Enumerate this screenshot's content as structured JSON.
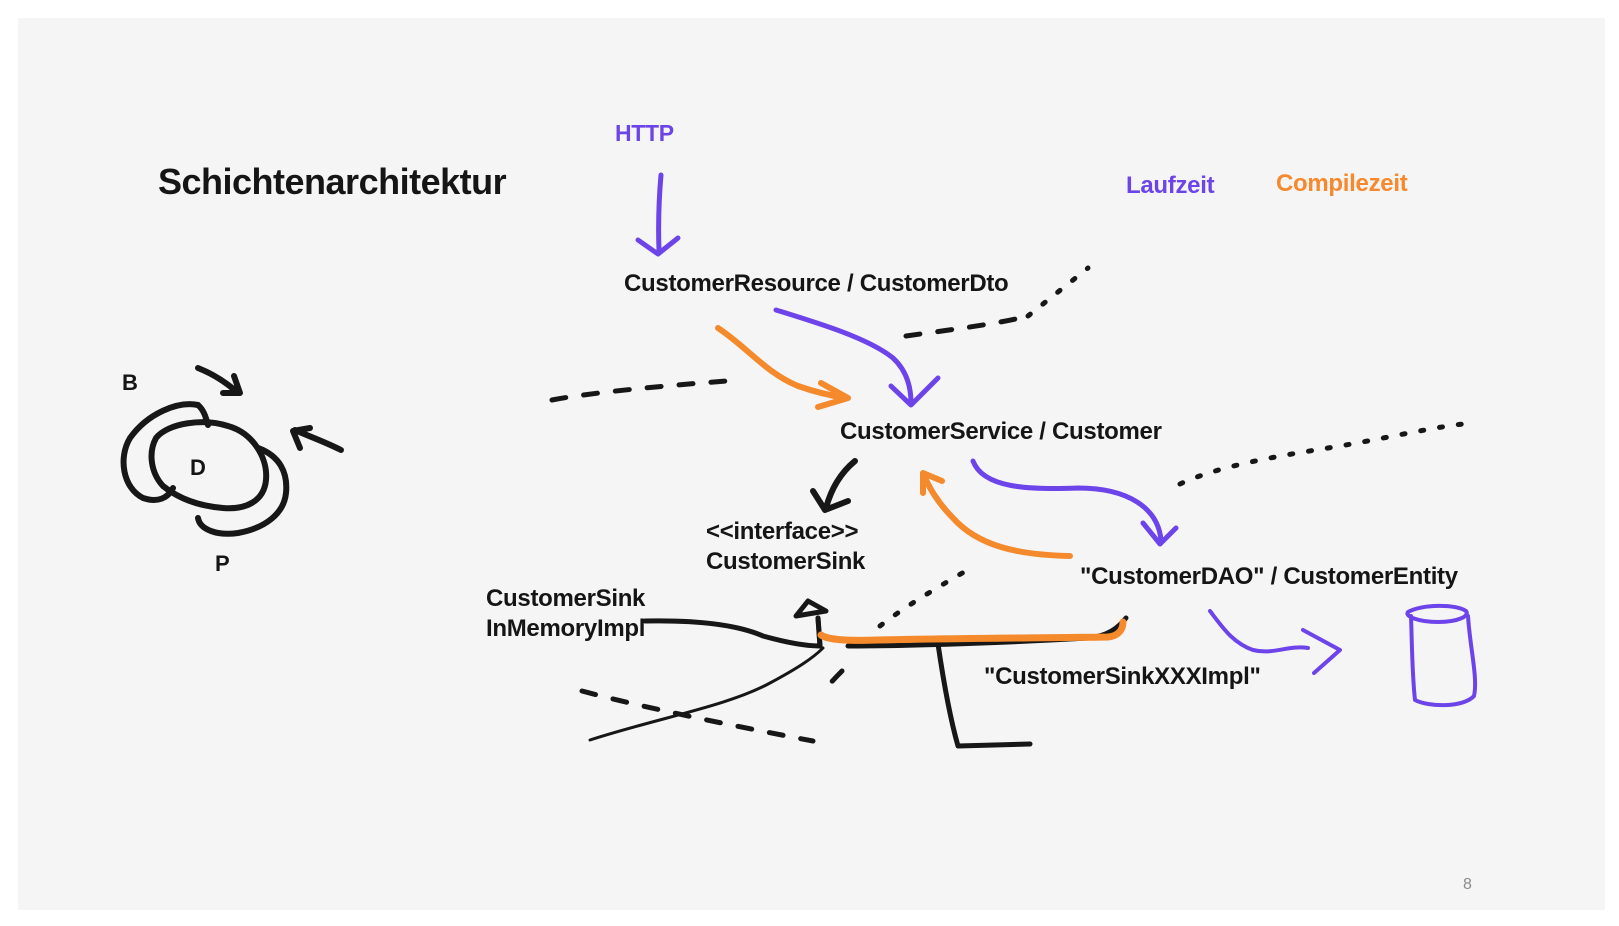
{
  "slide": {
    "title": "Schichtenarchitektur",
    "page_number": "8"
  },
  "legend": {
    "runtime": "Laufzeit",
    "compile_time": "Compilezeit",
    "runtime_color": "#6b45e8",
    "compile_time_color": "#f6892d"
  },
  "left_figure": {
    "label_b": "B",
    "label_d": "D",
    "label_p": "P"
  },
  "nodes": {
    "http": "HTTP",
    "resource": "CustomerResource / CustomerDto",
    "service": "CustomerService / Customer",
    "interface_stereotype": "<<interface>>",
    "interface_name": "CustomerSink",
    "inmemory_line1": "CustomerSink",
    "inmemory_line2": "InMemoryImpl",
    "dao": "\"CustomerDAO\" / CustomerEntity",
    "sink_xxx": "\"CustomerSinkXXXImpl\""
  },
  "icons": {
    "database": "database-cylinder-icon"
  }
}
